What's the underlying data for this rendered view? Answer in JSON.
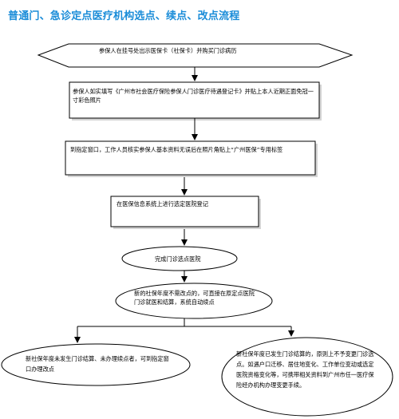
{
  "title": "普通门、急诊定点医疗机构选点、续点、改点流程",
  "steps": {
    "start": "参保人在挂号处出示医保卡（社保卡）并购买门诊病历",
    "fill_card": "参保人如实填写《广州市社会医疗保险参保人门诊医疗待遇登记卡》并贴上本人近期正面免冠一寸彩色照片",
    "verify": "到指定窗口，工作人员核实参保人基本资料无误后在照片角贴上“广州医保”专用标签",
    "register": "在医保信息系统上进行选定医院登记",
    "complete": "完成门诊选点医院",
    "renew": "新的社保年度不需改点的，可直接在原定点医院门诊就医和结算，系统自动续点",
    "branch_left": "新社保年度未发生门诊结算、未办理续点者，可到指定窗口办理改点",
    "branch_right": "新社保年度已发生门诊结算的，原则上不予变更门诊选点。如遇户口迁移、居住地变化、工作单位变动或选定医院资格变化等，可携带相关资料到广州市任一医疗保险经办机构办理变更手续。"
  }
}
